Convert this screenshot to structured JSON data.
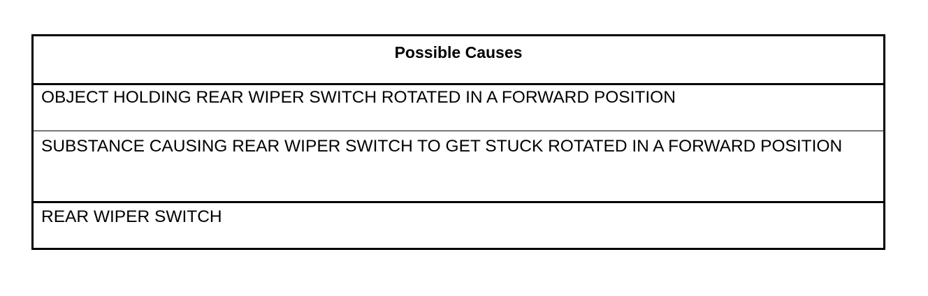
{
  "table": {
    "header": "Possible Causes",
    "rows": [
      "OBJECT HOLDING REAR WIPER SWITCH ROTATED IN A FORWARD POSITION",
      "SUBSTANCE CAUSING REAR WIPER SWITCH TO GET STUCK ROTATED IN A FORWARD POSITION",
      "REAR WIPER SWITCH"
    ]
  }
}
